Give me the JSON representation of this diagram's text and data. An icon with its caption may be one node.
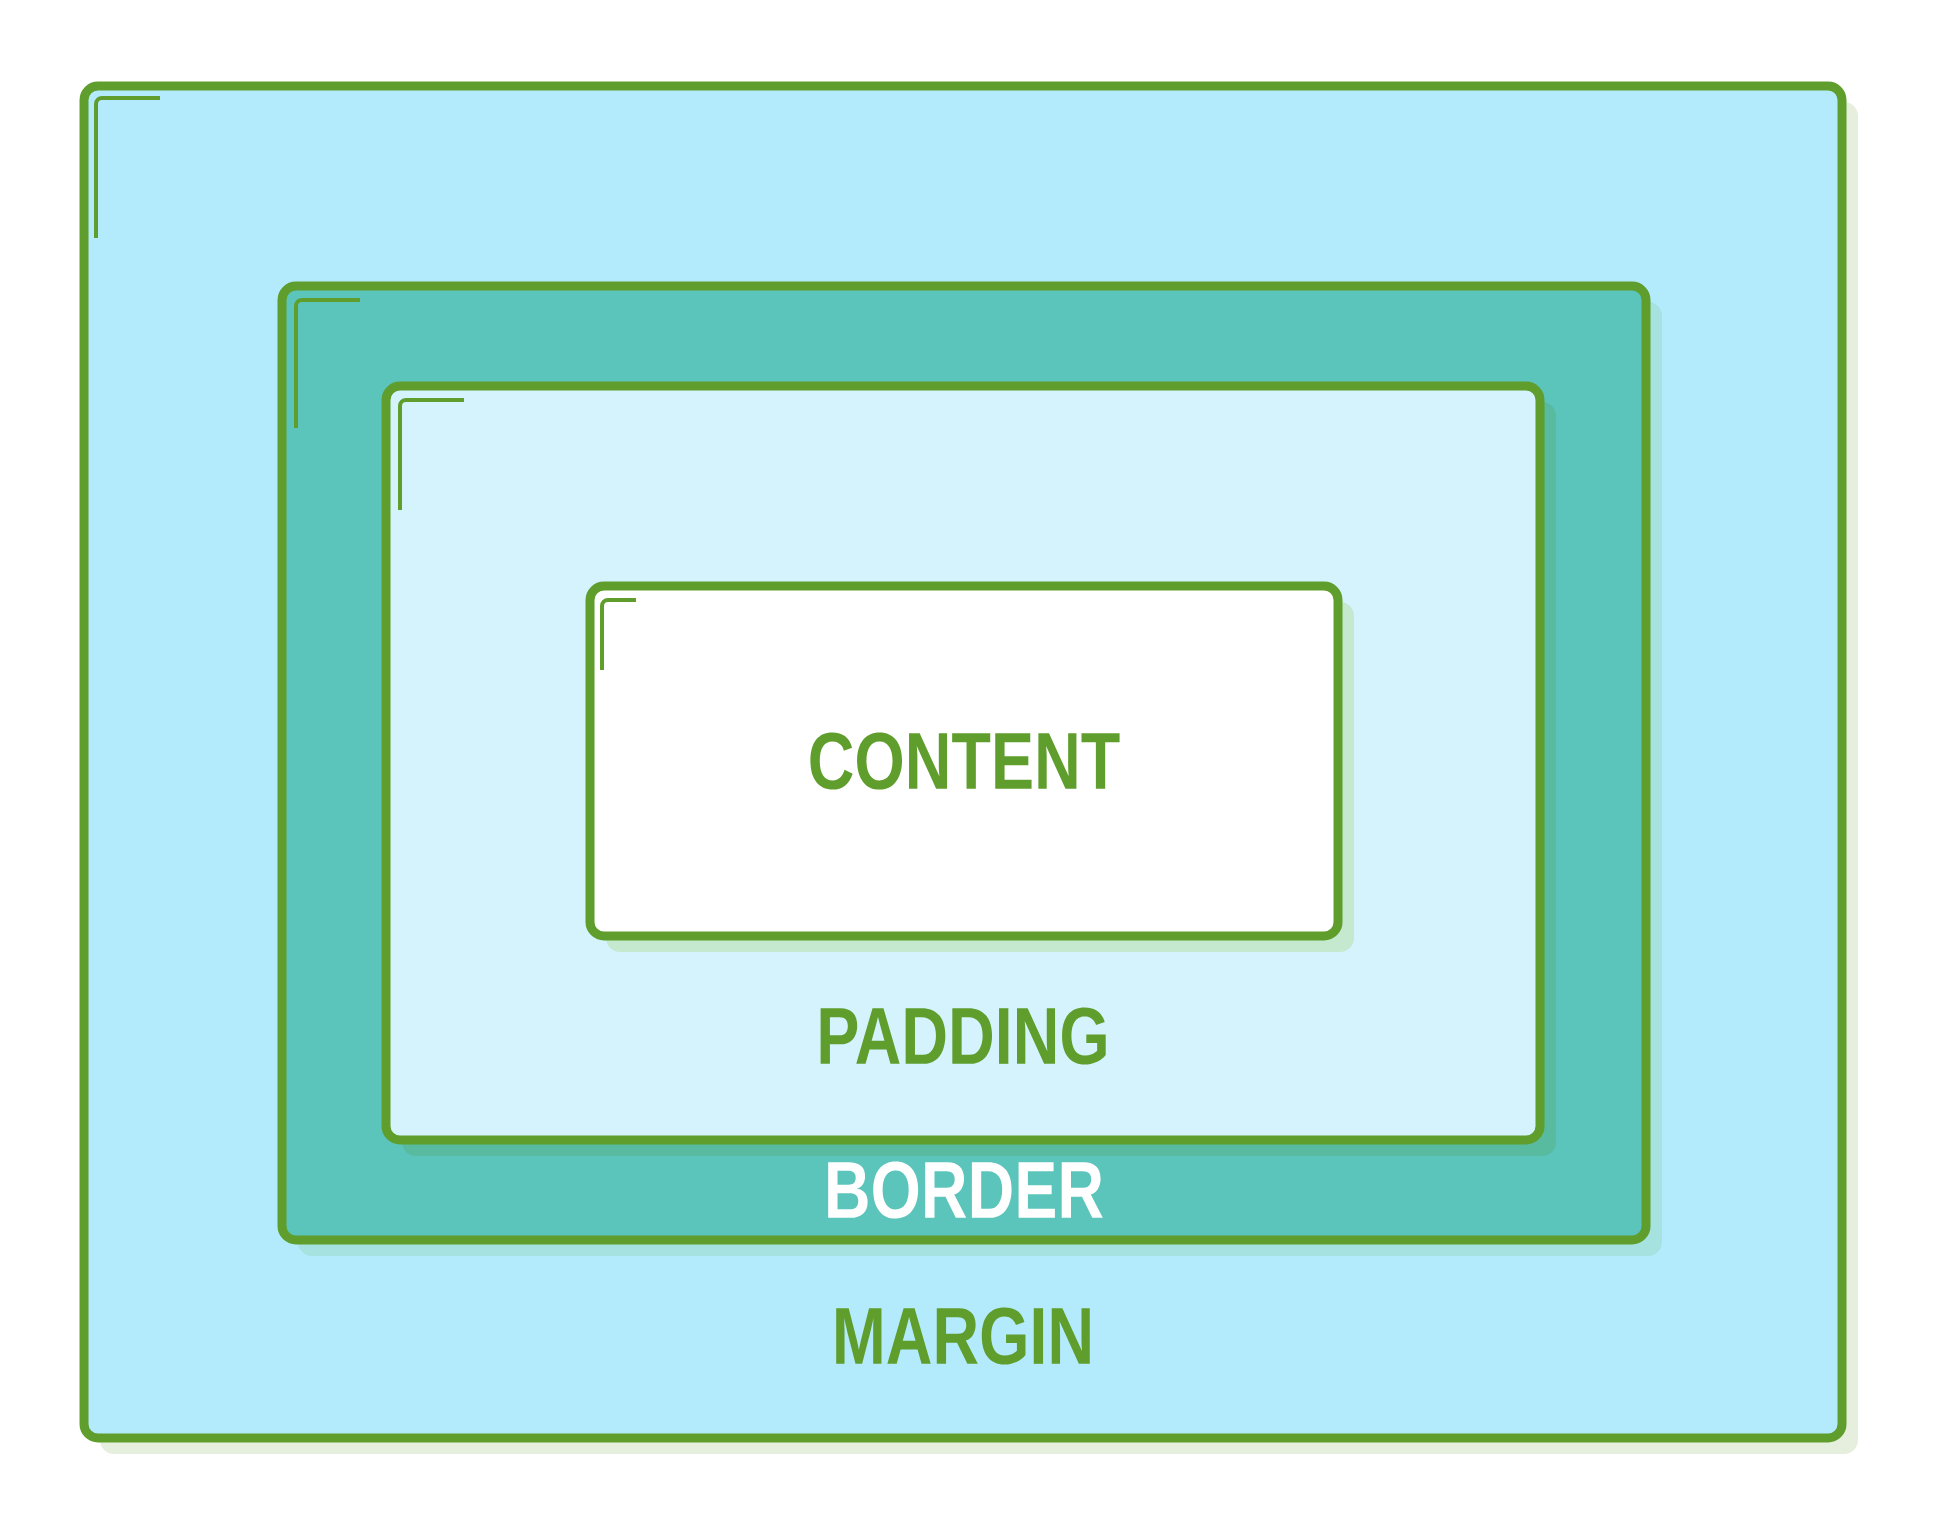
{
  "diagram": {
    "nodes": [
      {
        "text": [
          "MARGIN"
        ]
      },
      {
        "text": [
          "BORDER"
        ],
        "in": 0
      },
      {
        "text": [
          "PADDING"
        ],
        "in": 1
      },
      {
        "text": [
          "CONTENT"
        ],
        "in": 2
      }
    ]
  }
}
